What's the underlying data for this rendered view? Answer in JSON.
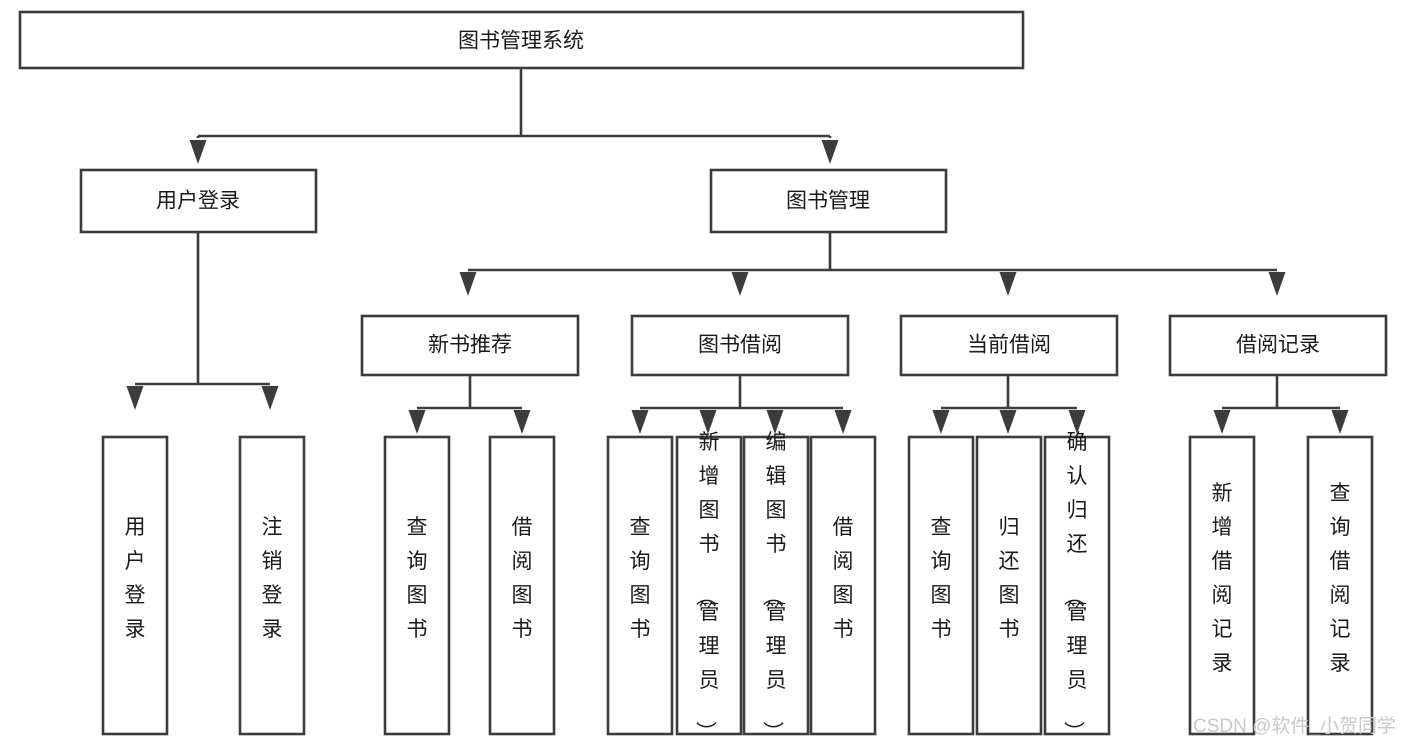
{
  "diagram": {
    "type": "hierarchy-tree",
    "title": "图书管理系统",
    "root": {
      "label": "图书管理系统",
      "id": "root"
    },
    "level1": [
      {
        "id": "user-login",
        "label": "用户登录"
      },
      {
        "id": "book-manage",
        "label": "图书管理"
      }
    ],
    "level2": [
      {
        "id": "new-book-rec",
        "label": "新书推荐",
        "parent": "book-manage"
      },
      {
        "id": "book-borrow",
        "label": "图书借阅",
        "parent": "book-manage"
      },
      {
        "id": "current-borrow",
        "label": "当前借阅",
        "parent": "book-manage"
      },
      {
        "id": "borrow-record",
        "label": "借阅记录",
        "parent": "book-manage"
      }
    ],
    "leaves": [
      {
        "id": "leaf-user-login",
        "label": "用户登录",
        "parent": "user-login"
      },
      {
        "id": "leaf-logout-login",
        "label": "注销登录",
        "parent": "user-login"
      },
      {
        "id": "leaf-query-book-1",
        "label": "查询图书",
        "parent": "new-book-rec"
      },
      {
        "id": "leaf-borrow-book-1",
        "label": "借阅图书",
        "parent": "new-book-rec"
      },
      {
        "id": "leaf-query-book-2",
        "label": "查询图书",
        "parent": "book-borrow"
      },
      {
        "id": "leaf-add-book",
        "label": "新增图书（管理员）",
        "parent": "book-borrow"
      },
      {
        "id": "leaf-edit-book",
        "label": "编辑图书（管理员）",
        "parent": "book-borrow"
      },
      {
        "id": "leaf-borrow-book-2",
        "label": "借阅图书",
        "parent": "book-borrow"
      },
      {
        "id": "leaf-query-book-3",
        "label": "查询图书",
        "parent": "current-borrow"
      },
      {
        "id": "leaf-return-book",
        "label": "归还图书",
        "parent": "current-borrow"
      },
      {
        "id": "leaf-confirm-return",
        "label": "确认归还（管理员）",
        "parent": "current-borrow"
      },
      {
        "id": "leaf-add-record",
        "label": "新增借阅记录",
        "parent": "borrow-record"
      },
      {
        "id": "leaf-query-record",
        "label": "查询借阅记录",
        "parent": "borrow-record"
      }
    ],
    "colors": {
      "box_stroke": "#3c3c3c",
      "box_fill": "#ffffff",
      "connector": "#3c3c3c",
      "text": "#1a1a1a",
      "background": "#ffffff",
      "watermark": "#c9c9c9"
    }
  },
  "watermark": {
    "text": "CSDN @软件_小贺同学"
  }
}
